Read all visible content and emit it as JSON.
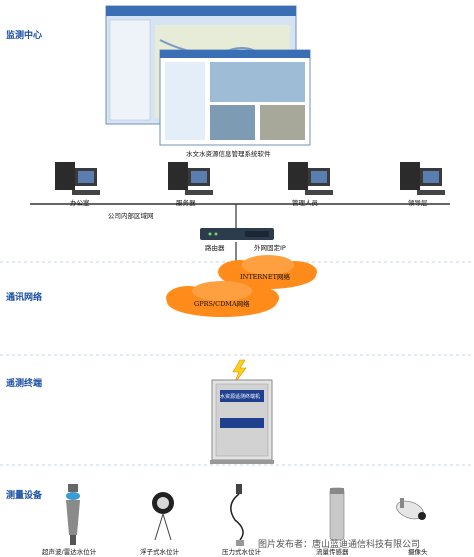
{
  "sections": {
    "monitoring_center": "监测中心",
    "communication_network": "通讯网络",
    "monitoring_terminal": "遥测终端",
    "measuring_devices": "测量设备"
  },
  "software_caption": "水文水资源信息管理系统软件",
  "computers": [
    {
      "label": "办公室"
    },
    {
      "label": "服务器"
    },
    {
      "label": "管理人员"
    },
    {
      "label": "领导层"
    }
  ],
  "lan_label": "公司内部区域网",
  "router_label": "路由器",
  "fixed_ip_label": "外网固定IP",
  "clouds": {
    "internet": "INTERNET网络",
    "gprs": "GPRS/CDMA网络"
  },
  "rtu_panel_text": "水资源遥测终端机",
  "devices": [
    {
      "label": "超声波/雷达水位计"
    },
    {
      "label": "浮子式水位计"
    },
    {
      "label": "压力式水位计"
    },
    {
      "label": "流量传感器"
    },
    {
      "label": "摄像头"
    }
  ],
  "watermark": "图片发布者：唐山蓝迪通信科技有限公司",
  "colors": {
    "section_text": "#1a4fa3",
    "cloud_fill": "#ff8c1a",
    "cabinet": "#e8e8e8",
    "line": "#333333"
  }
}
